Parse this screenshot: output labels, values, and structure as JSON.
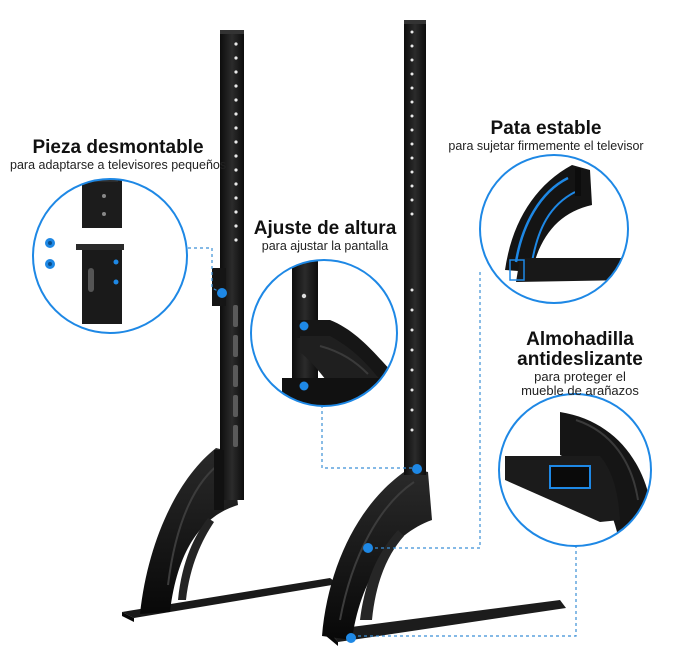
{
  "callouts": {
    "detachable": {
      "title": "Pieza desmontable",
      "subtitle": "para adaptarse a televisores pequeños"
    },
    "height": {
      "title": "Ajuste de altura",
      "subtitle": "para ajustar la pantalla"
    },
    "stable": {
      "title": "Pata estable",
      "subtitle": "para sujetar firmemente el televisor"
    },
    "pad": {
      "title_line1": "Almohadilla",
      "title_line2": "antideslizante",
      "subtitle_line1": "para proteger el",
      "subtitle_line2": "mueble de arañazos"
    }
  },
  "colors": {
    "accent": "#1e88e5",
    "metal": "#1a1a1a",
    "metal_light": "#3a3a3a",
    "text": "#111111"
  },
  "icons": {
    "marker": "blue-dot-marker"
  }
}
